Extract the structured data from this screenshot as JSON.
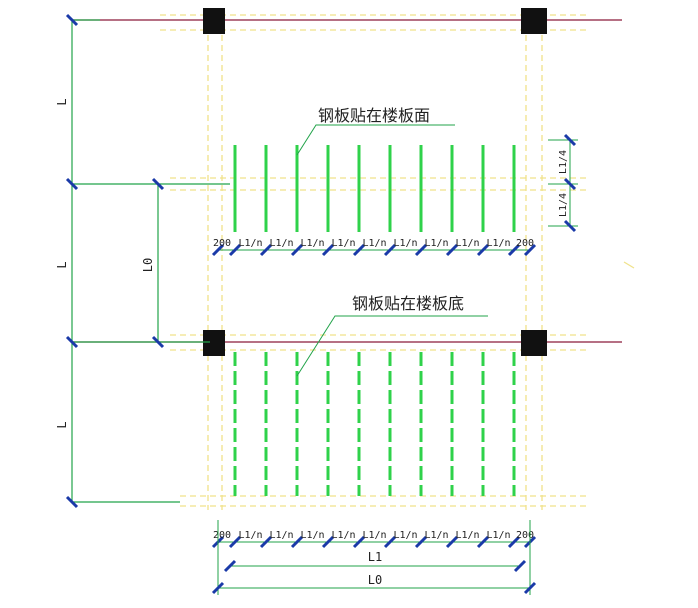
{
  "labels": {
    "top_slab_note": "钢板贴在楼板面",
    "bottom_slab_note": "钢板贴在楼板底",
    "span_L_1": "L",
    "span_L_2": "L",
    "span_L_3": "L",
    "span_L0_left": "L0",
    "quarter_1": "L1/4",
    "quarter_2": "L1/4",
    "end_200_top_left": "200",
    "end_200_top_right": "200",
    "end_200_bot_left": "200",
    "end_200_bot_right": "200",
    "bottom_L1": "L1",
    "bottom_L0": "L0"
  },
  "spacing_labels_top": [
    "L1/n",
    "L1/n",
    "L1/n",
    "L1/n",
    "L1/n",
    "L1/n",
    "L1/n",
    "L1/n",
    "L1/n"
  ],
  "spacing_labels_bottom": [
    "L1/n",
    "L1/n",
    "L1/n",
    "L1/n",
    "L1/n",
    "L1/n",
    "L1/n",
    "L1/n",
    "L1/n"
  ],
  "colors": {
    "beam_line": "#8b1a3a",
    "dim_line": "#22a34a",
    "steel_plate": "#2fd24a",
    "dashed_outline": "#f0e28a",
    "column": "#111111",
    "tick": "#1a3aa8"
  }
}
